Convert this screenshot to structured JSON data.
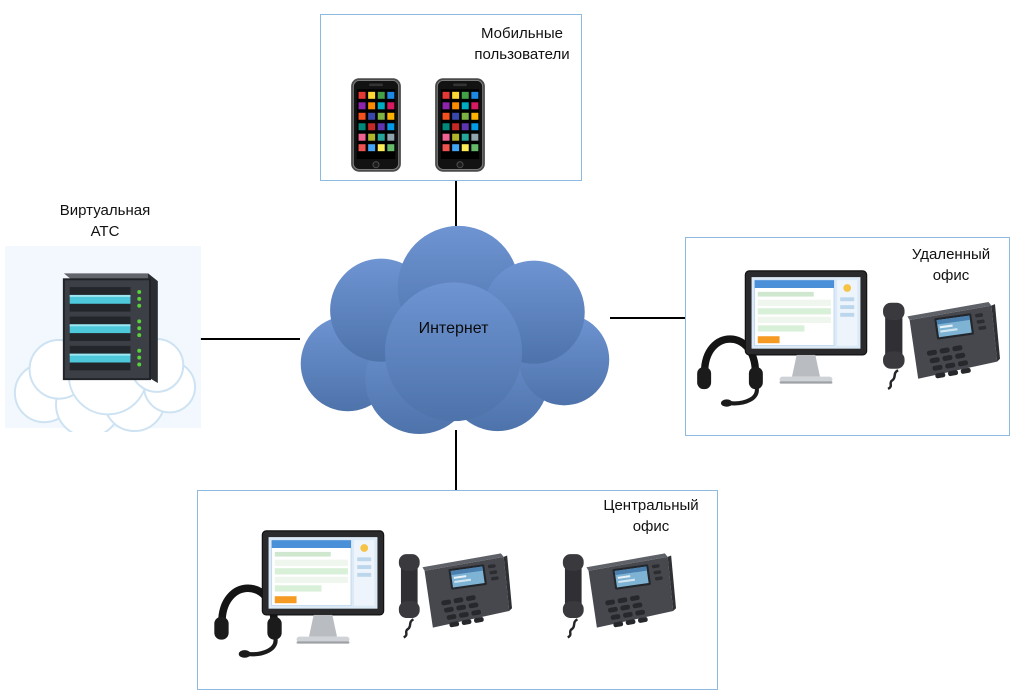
{
  "diagram": {
    "nodes": {
      "internet": {
        "label": "Интернет"
      },
      "virtual_pbx": {
        "label": "Виртуальная\nАТС"
      },
      "mobile_users": {
        "label": "Мобильные\nпользователи"
      },
      "remote_office": {
        "label": "Удаленный\nофис"
      },
      "central_office": {
        "label": "Центральный\nофис"
      }
    },
    "colors": {
      "cloud_fill_top": "#6e94d2",
      "cloud_fill_bottom": "#4e73ab",
      "box_border": "#8fbadf",
      "connector": "#000000"
    }
  }
}
